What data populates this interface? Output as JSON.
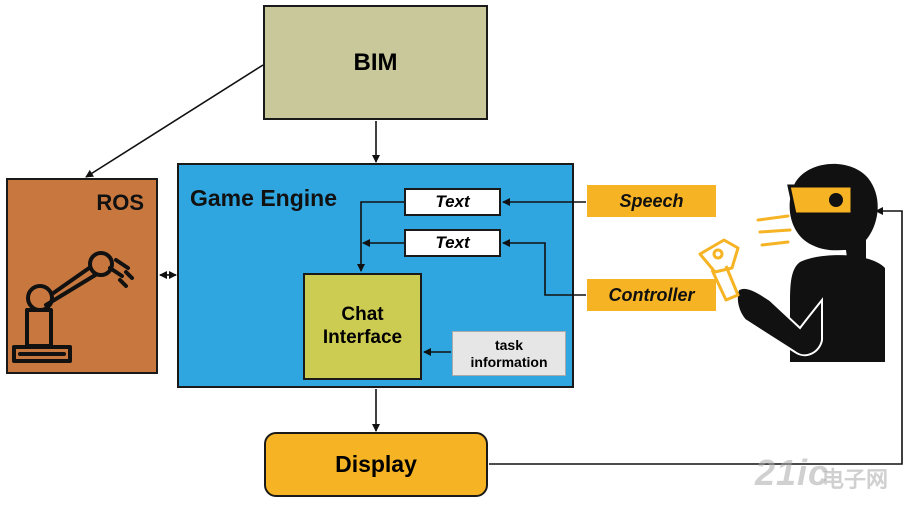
{
  "nodes": {
    "bim": "BIM",
    "ros": "ROS",
    "game_engine": "Game Engine",
    "text_1": "Text",
    "text_2": "Text",
    "chat_line1": "Chat",
    "chat_line2": "Interface",
    "task_line1": "task",
    "task_line2": "information",
    "display": "Display",
    "speech": "Speech",
    "controller": "Controller"
  },
  "watermark": {
    "latin": "21ic",
    "cn": "电子网"
  },
  "colors": {
    "bim": "#c9c89a",
    "ros": "#c8783f",
    "game_engine": "#2fa6e0",
    "chat_interface": "#cdcc52",
    "display": "#f6b324",
    "input_tags": "#f6b324",
    "task_information": "#e6e6e6"
  },
  "icons": [
    "robot-arm-icon",
    "vr-user-icon",
    "vr-controller-icon"
  ]
}
